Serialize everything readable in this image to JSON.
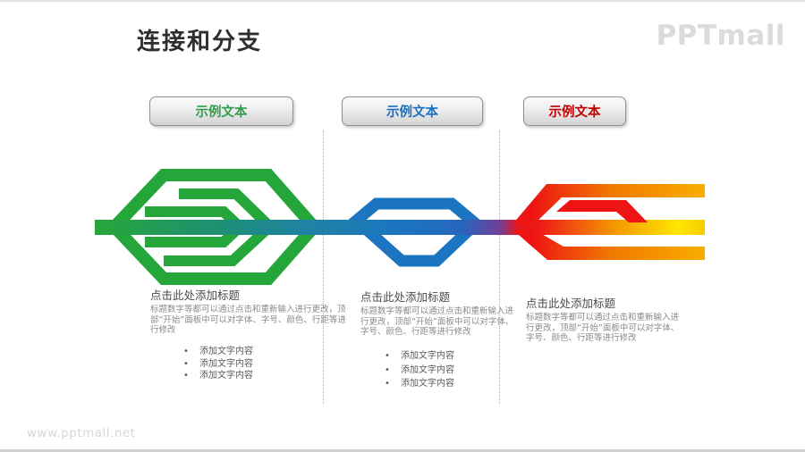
{
  "slide": {
    "title": "连接和分支",
    "logo": "PPTmall",
    "watermark": "www.pptmall.net"
  },
  "headers": [
    {
      "label": "示例文本",
      "text_color": "#2E9E48"
    },
    {
      "label": "示例文本",
      "text_color": "#1C6FBE"
    },
    {
      "label": "示例文本",
      "text_color": "#C00000"
    }
  ],
  "columns": [
    {
      "heading": "点击此处添加标题",
      "body": "标题数字等都可以通过点击和重新输入进行更改，顶部“开始”面板中可以对字体、字号、颜色、行距等进行修改",
      "bullets": [
        "添加文字内容",
        "添加文字内容",
        "添加文字内容"
      ]
    },
    {
      "heading": "点击此处添加标题",
      "body": "标题数字等都可以通过点击和重新输入进行更改，顶部“开始”面板中可以对字体、字号、颜色、行距等进行修改",
      "bullets": [
        "添加文字内容",
        "添加文字内容",
        "添加文字内容"
      ]
    },
    {
      "heading": "点击此处添加标题",
      "body": "标题数字等都可以通过点击和重新输入进行更改，顶部“开始”面板中可以对字体、字号、颜色、行距等进行修改",
      "bullets": []
    }
  ],
  "bullet_glyph": "•",
  "diagram": {
    "green": "#25A63A",
    "teal": "#1D9072",
    "blue": "#1B75C0",
    "purple": "#6F3F99",
    "red": "#EE1B1B",
    "orange": "#F59600",
    "yellow": "#FFE600"
  }
}
